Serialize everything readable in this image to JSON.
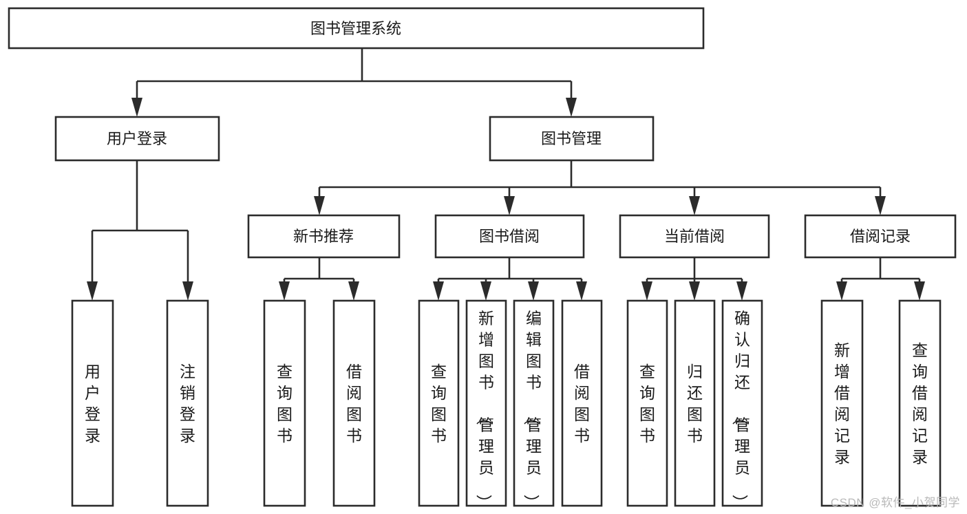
{
  "diagram": {
    "type": "hierarchy-tree",
    "title": "图书管理系统",
    "watermark": "CSDN @软件_小贺同学",
    "colors": {
      "background": "#ffffff",
      "stroke": "#2b2b2b",
      "fill": "#ffffff",
      "text": "#1a1a1a",
      "watermark": "#b9b9b9"
    },
    "levels": {
      "level1": [
        {
          "id": "root",
          "label": "图书管理系统",
          "orientation": "horizontal"
        }
      ],
      "level2": [
        {
          "id": "user-login",
          "label": "用户登录",
          "orientation": "horizontal",
          "parent": "root"
        },
        {
          "id": "book-manage",
          "label": "图书管理",
          "orientation": "horizontal",
          "parent": "root"
        }
      ],
      "level3": [
        {
          "id": "new-book-rec",
          "label": "新书推荐",
          "orientation": "horizontal",
          "parent": "book-manage"
        },
        {
          "id": "book-borrow",
          "label": "图书借阅",
          "orientation": "horizontal",
          "parent": "book-manage"
        },
        {
          "id": "current-borrow",
          "label": "当前借阅",
          "orientation": "horizontal",
          "parent": "book-manage"
        },
        {
          "id": "borrow-record",
          "label": "借阅记录",
          "orientation": "horizontal",
          "parent": "book-manage"
        }
      ],
      "level4": [
        {
          "id": "leaf-user-login",
          "label": "用户登录",
          "orientation": "vertical",
          "parent": "user-login"
        },
        {
          "id": "leaf-logout",
          "label": "注销登录",
          "orientation": "vertical",
          "parent": "user-login"
        },
        {
          "id": "leaf-query-book-1",
          "label": "查询图书",
          "orientation": "vertical",
          "parent": "new-book-rec"
        },
        {
          "id": "leaf-borrow-book-1",
          "label": "借阅图书",
          "orientation": "vertical",
          "parent": "new-book-rec"
        },
        {
          "id": "leaf-query-book-2",
          "label": "查询图书",
          "orientation": "vertical",
          "parent": "book-borrow"
        },
        {
          "id": "leaf-add-book",
          "label": "新增图书（管理员）",
          "orientation": "vertical",
          "parent": "book-borrow"
        },
        {
          "id": "leaf-edit-book",
          "label": "编辑图书（管理员）",
          "orientation": "vertical",
          "parent": "book-borrow"
        },
        {
          "id": "leaf-borrow-book-2",
          "label": "借阅图书",
          "orientation": "vertical",
          "parent": "book-borrow"
        },
        {
          "id": "leaf-query-book-3",
          "label": "查询图书",
          "orientation": "vertical",
          "parent": "current-borrow"
        },
        {
          "id": "leaf-return-book",
          "label": "归还图书",
          "orientation": "vertical",
          "parent": "current-borrow"
        },
        {
          "id": "leaf-confirm-return",
          "label": "确认归还（管理员）",
          "orientation": "vertical",
          "parent": "current-borrow"
        },
        {
          "id": "leaf-add-record",
          "label": "新增借阅记录",
          "orientation": "vertical",
          "parent": "borrow-record"
        },
        {
          "id": "leaf-query-record",
          "label": "查询借阅记录",
          "orientation": "vertical",
          "parent": "borrow-record"
        }
      ]
    }
  }
}
